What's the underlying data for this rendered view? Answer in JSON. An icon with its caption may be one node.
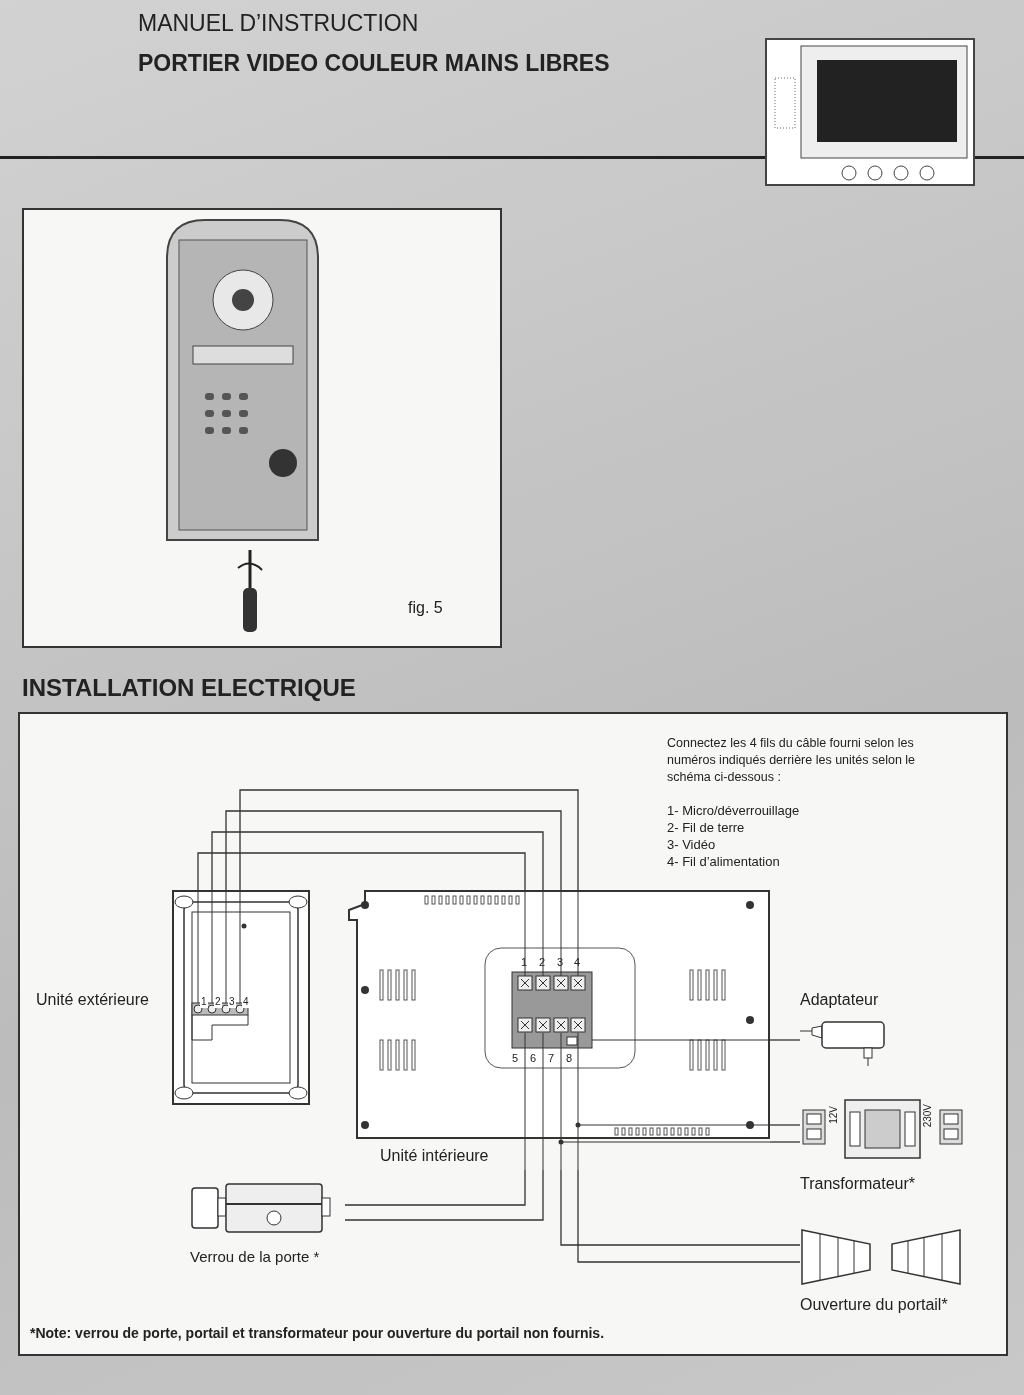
{
  "diagram": {
    "title": "MANUEL D’INSTRUCTION",
    "nodes": [
      {
        "text": [
          "Unité extérieure"
        ]
      },
      {
        "text": [
          "Unité intérieure"
        ]
      },
      {
        "text": [
          "Adaptateur"
        ]
      },
      {
        "text": [
          "Transformateur*"
        ]
      },
      {
        "text": [
          "Verrou de la porte *"
        ]
      },
      {
        "text": [
          "Ouverture du portail*"
        ]
      }
    ],
    "edges": [
      {
        "from": 0,
        "to": 1,
        "arrow": "none"
      },
      {
        "from": 0,
        "to": 1,
        "arrow": "none"
      },
      {
        "from": 0,
        "to": 1,
        "arrow": "none"
      },
      {
        "from": 0,
        "to": 1,
        "arrow": "none"
      },
      {
        "from": 1,
        "to": 2,
        "arrow": "none"
      },
      {
        "from": 1,
        "to": 3,
        "arrow": "none"
      },
      {
        "from": 1,
        "to": 3,
        "arrow": "none"
      },
      {
        "from": 1,
        "to": 4,
        "arrow": "none"
      },
      {
        "from": 1,
        "to": 4,
        "arrow": "none"
      },
      {
        "from": 1,
        "to": 5,
        "arrow": "none"
      },
      {
        "from": 1,
        "to": 5,
        "arrow": "none"
      }
    ],
    "labels": [
      "PORTIER VIDEO COULEUR MAINS LIBRES",
      "fig. 5",
      "INSTALLATION ELECTRIQUE",
      "Connectez les 4 fils du câble fourni selon les numéros indiqués derrière les unités selon le schéma ci-dessous :",
      "1- Micro/déverrouillage",
      "2- Fil de terre",
      "3- Vidéo",
      "4- Fil d’alimentation",
      "1",
      "2",
      "3",
      "4",
      "1",
      "2",
      "3",
      "4",
      "5",
      "6",
      "7",
      "8",
      "12V",
      "230V",
      "*Note: verrou de porte, portail et transformateur pour ouverture du portail non fournis."
    ]
  }
}
